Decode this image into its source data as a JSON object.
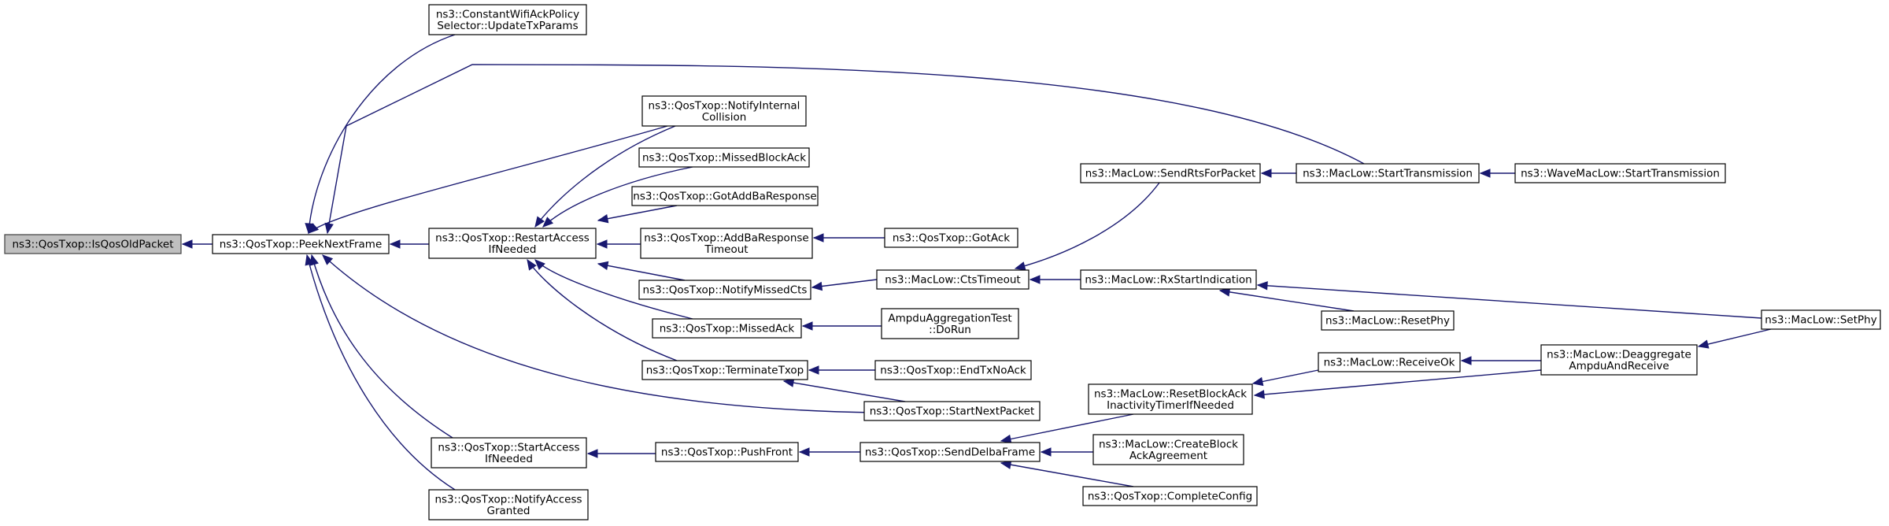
{
  "diagram": {
    "type": "call-graph",
    "colors": {
      "edge": "#191970",
      "root_fill": "#bfbfbf",
      "node_fill": "#ffffff",
      "node_stroke": "#000000"
    },
    "nodes": [
      {
        "id": "isqos",
        "lines": [
          "ns3::QosTxop::IsQosOldPacket"
        ],
        "root": true
      },
      {
        "id": "peek",
        "lines": [
          "ns3::QosTxop::PeekNextFrame"
        ]
      },
      {
        "id": "constwifi",
        "lines": [
          "ns3::ConstantWifiAckPolicy",
          "Selector::UpdateTxParams"
        ]
      },
      {
        "id": "restart",
        "lines": [
          "ns3::QosTxop::RestartAccess",
          "IfNeeded"
        ]
      },
      {
        "id": "startaccess",
        "lines": [
          "ns3::QosTxop::StartAccess",
          "IfNeeded"
        ]
      },
      {
        "id": "notifyaccess",
        "lines": [
          "ns3::QosTxop::NotifyAccess",
          "Granted"
        ]
      },
      {
        "id": "notifyint",
        "lines": [
          "ns3::QosTxop::NotifyInternal",
          "Collision"
        ]
      },
      {
        "id": "missedba",
        "lines": [
          "ns3::QosTxop::MissedBlockAck"
        ]
      },
      {
        "id": "gotaddba",
        "lines": [
          "ns3::QosTxop::GotAddBaResponse"
        ]
      },
      {
        "id": "addbato",
        "lines": [
          "ns3::QosTxop::AddBaResponse",
          "Timeout"
        ]
      },
      {
        "id": "notifymissedcts",
        "lines": [
          "ns3::QosTxop::NotifyMissedCts"
        ]
      },
      {
        "id": "missedack",
        "lines": [
          "ns3::QosTxop::MissedAck"
        ]
      },
      {
        "id": "terminate",
        "lines": [
          "ns3::QosTxop::TerminateTxop"
        ]
      },
      {
        "id": "pushfront",
        "lines": [
          "ns3::QosTxop::PushFront"
        ]
      },
      {
        "id": "gotack",
        "lines": [
          "ns3::QosTxop::GotAck"
        ]
      },
      {
        "id": "ctstimeout",
        "lines": [
          "ns3::MacLow::CtsTimeout"
        ]
      },
      {
        "id": "ampdutest",
        "lines": [
          "AmpduAggregationTest",
          "::DoRun"
        ]
      },
      {
        "id": "endtxnoack",
        "lines": [
          "ns3::QosTxop::EndTxNoAck"
        ]
      },
      {
        "id": "startnext",
        "lines": [
          "ns3::QosTxop::StartNextPacket"
        ]
      },
      {
        "id": "senddelba",
        "lines": [
          "ns3::QosTxop::SendDelbaFrame"
        ]
      },
      {
        "id": "sendrts",
        "lines": [
          "ns3::MacLow::SendRtsForPacket"
        ]
      },
      {
        "id": "rxstart",
        "lines": [
          "ns3::MacLow::RxStartIndication"
        ]
      },
      {
        "id": "resetphy",
        "lines": [
          "ns3::MacLow::ResetPhy"
        ]
      },
      {
        "id": "resetblockack",
        "lines": [
          "ns3::MacLow::ResetBlockAck",
          "InactivityTimerIfNeeded"
        ]
      },
      {
        "id": "createblock",
        "lines": [
          "ns3::MacLow::CreateBlock",
          "AckAgreement"
        ]
      },
      {
        "id": "completeconfig",
        "lines": [
          "ns3::QosTxop::CompleteConfig"
        ]
      },
      {
        "id": "starttx",
        "lines": [
          "ns3::MacLow::StartTransmission"
        ]
      },
      {
        "id": "receiveok",
        "lines": [
          "ns3::MacLow::ReceiveOk"
        ]
      },
      {
        "id": "deaggregate",
        "lines": [
          "ns3::MacLow::Deaggregate",
          "AmpduAndReceive"
        ]
      },
      {
        "id": "wavestarttx",
        "lines": [
          "ns3::WaveMacLow::StartTransmission"
        ]
      },
      {
        "id": "setphy",
        "lines": [
          "ns3::MacLow::SetPhy"
        ]
      }
    ],
    "edges": [
      {
        "from": "peek",
        "to": "isqos"
      },
      {
        "from": "constwifi",
        "to": "peek"
      },
      {
        "from": "notifyint",
        "to": "peek"
      },
      {
        "from": "starttx",
        "to": "peek"
      },
      {
        "from": "restart",
        "to": "peek"
      },
      {
        "from": "startaccess",
        "to": "peek"
      },
      {
        "from": "notifyaccess",
        "to": "peek"
      },
      {
        "from": "startnext",
        "to": "peek"
      },
      {
        "from": "notifyint",
        "to": "restart"
      },
      {
        "from": "missedba",
        "to": "restart"
      },
      {
        "from": "gotaddba",
        "to": "restart"
      },
      {
        "from": "addbato",
        "to": "restart"
      },
      {
        "from": "notifymissedcts",
        "to": "restart"
      },
      {
        "from": "missedack",
        "to": "restart"
      },
      {
        "from": "terminate",
        "to": "restart"
      },
      {
        "from": "gotack",
        "to": "addbato"
      },
      {
        "from": "ctstimeout",
        "to": "notifymissedcts"
      },
      {
        "from": "ampdutest",
        "to": "missedack"
      },
      {
        "from": "endtxnoack",
        "to": "terminate"
      },
      {
        "from": "startnext",
        "to": "terminate"
      },
      {
        "from": "pushfront",
        "to": "startaccess"
      },
      {
        "from": "senddelba",
        "to": "pushfront"
      },
      {
        "from": "sendrts",
        "to": "ctstimeout"
      },
      {
        "from": "rxstart",
        "to": "ctstimeout"
      },
      {
        "from": "starttx",
        "to": "sendrts"
      },
      {
        "from": "wavestarttx",
        "to": "starttx"
      },
      {
        "from": "resetphy",
        "to": "rxstart"
      },
      {
        "from": "setphy",
        "to": "rxstart"
      },
      {
        "from": "resetblockack",
        "to": "senddelba"
      },
      {
        "from": "createblock",
        "to": "senddelba"
      },
      {
        "from": "completeconfig",
        "to": "senddelba"
      },
      {
        "from": "receiveok",
        "to": "resetblockack"
      },
      {
        "from": "deaggregate",
        "to": "resetblockack"
      },
      {
        "from": "deaggregate",
        "to": "receiveok"
      },
      {
        "from": "setphy",
        "to": "deaggregate"
      }
    ]
  }
}
